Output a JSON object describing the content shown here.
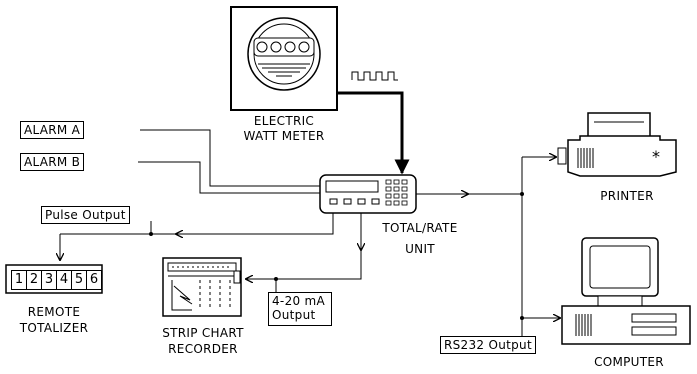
{
  "labels": {
    "meter_line1": "ELECTRIC",
    "meter_line2": "WATT METER",
    "alarm_a": "ALARM A",
    "alarm_b": "ALARM B",
    "total_rate_line1": "TOTAL/RATE",
    "total_rate_line2": "UNIT",
    "printer": "PRINTER",
    "pulse_output": "Pulse Output",
    "remote_line1": "REMOTE",
    "remote_line2": "TOTALIZER",
    "strip_line1": "STRIP CHART",
    "strip_line2": "RECORDER",
    "ma_line1": "4-20 mA",
    "ma_line2": "Output",
    "rs232": "RS232 Output",
    "computer": "COMPUTER"
  },
  "totalizer_digits": [
    "1",
    "2",
    "3",
    "4",
    "5",
    "6"
  ],
  "colors": {
    "line": "#000000",
    "background": "#ffffff"
  }
}
